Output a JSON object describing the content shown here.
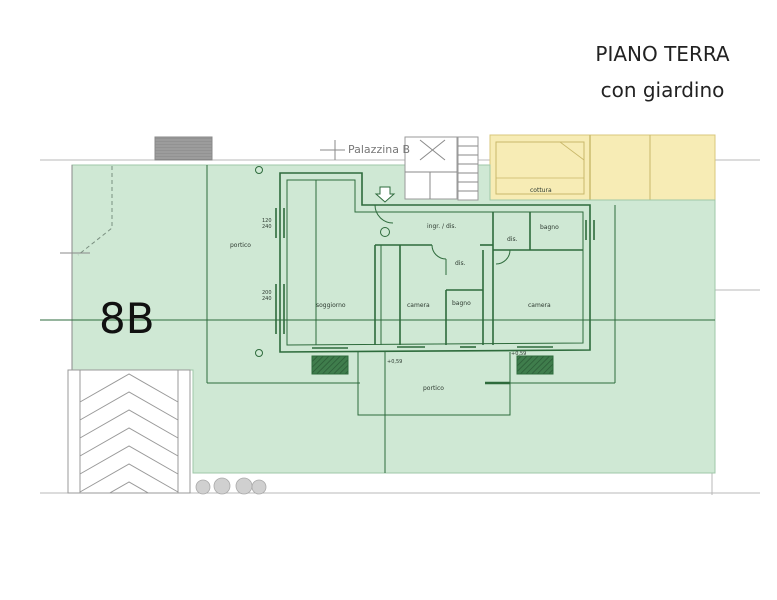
{
  "header": {
    "title": "PIANO TERRA",
    "subtitle": "con giardino"
  },
  "plan": {
    "unit_code": "8B",
    "building_name": "Palazzina B",
    "rooms": {
      "portico_west": "portico",
      "soggiorno": "soggiorno",
      "camera_1": "camera",
      "bagno_1": "bagno",
      "camera_2": "camera",
      "ingresso": "ingr. / dis.",
      "dis_1": "dis.",
      "dis_2": "dis.",
      "bagno_2": "bagno",
      "portico_south": "portico",
      "cottura": "cottura"
    },
    "elevations": {
      "level_1": "+0,59",
      "level_2": "+0,59"
    },
    "windows": {
      "w1_width": "120",
      "w1_height": "240",
      "w2_width": "200",
      "w2_height": "240"
    },
    "colors": {
      "garden": "#cfe8d4",
      "neighbour": "#f7ecb5",
      "walls": "#2e6b3c",
      "hatch_box": "#3f7d4c"
    }
  }
}
